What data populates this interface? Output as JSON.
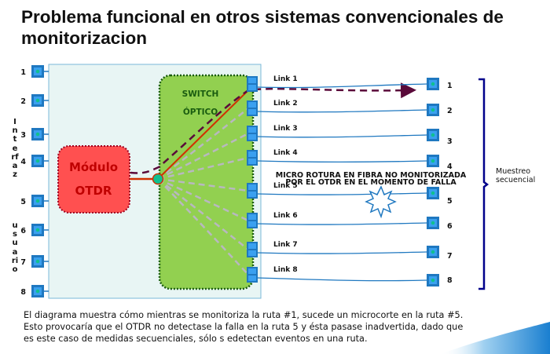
{
  "title": "Problema funcional en otros sistemas convencionales de monitorizacion",
  "left_side_label_1": "Interfaz",
  "left_side_label_2": "usuario",
  "left_ports": [
    "1",
    "2",
    "3",
    "4",
    "5",
    "6",
    "7",
    "8"
  ],
  "otdr": {
    "line1": "Módulo",
    "line2": "OTDR"
  },
  "switch": {
    "line1": "SWITCH",
    "line2": "ÓPTICO"
  },
  "links": [
    "Link 1",
    "Link 2",
    "Link 3",
    "Link 4",
    "Link 5",
    "Link 6",
    "Link 7",
    "Link 8"
  ],
  "right_ports": [
    "1",
    "2",
    "3",
    "4",
    "5",
    "6",
    "7",
    "8"
  ],
  "fault_note": {
    "line1": "MICRO ROTURA EN FIBRA NO MONITORIZADA",
    "line2": "POR EL OTDR EN EL MOMENTO DE FALLA"
  },
  "bracket_label": {
    "line1": "Muestreo",
    "line2": "secuencial"
  },
  "description": [
    "El diagrama muestra cómo mientras se monitoriza la ruta #1, sucede un microcorte en la ruta #5.",
    "Esto provocaría que el OTDR no detectase la falla en la ruta 5 y ésta pasase inadvertida, dado que",
    "es este caso de medidas secuenciales, sólo s edetectan eventos en una ruta."
  ],
  "colors": {
    "otdr": "#ff5050",
    "switch": "#92d050",
    "port": "#1f78c0",
    "active_path": "#d03000",
    "sequence_arrow": "#5a0a3a",
    "bracket": "#00008b"
  }
}
